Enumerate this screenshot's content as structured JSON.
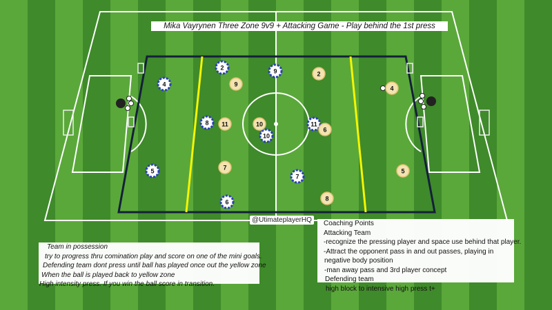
{
  "title": "Mika Vayrynen Three Zone 9v9 + Attacking Game - Play behind the 1st press",
  "handle": "@UtimateplayerHQ",
  "possession_notes": [
    "Team in possession",
    "try to progress thru comination play and score on one of the mini goals.",
    "Defending team dont press until ball has played once out the yellow zone",
    "When the ball is played back to yellow zone",
    "High intensity press. If you win the ball score in transition."
  ],
  "coaching_points": [
    "Coaching Points",
    "Attacking Team",
    "-recognize the pressing player and space use behind that player.",
    "-Attract the opponent pass in and out passes, playing in",
    "negative body position",
    "-man away pass and 3rd player concept",
    "Defending team",
    "high block to intensive high press t+"
  ],
  "teams": {
    "blue": {
      "color": "#2a3fb8",
      "players": [
        "2",
        "9",
        "4",
        "8",
        "10",
        "11",
        "5",
        "7",
        "6"
      ]
    },
    "yellow": {
      "color": "#f3e3b0",
      "players": [
        "9",
        "2",
        "4",
        "11",
        "10",
        "6",
        "7",
        "5",
        "8"
      ]
    }
  },
  "colors": {
    "zone_line": "#f5f500",
    "area_border": "#14203a",
    "grass_light": "#5aa83a",
    "grass_dark": "#3f8a2a"
  }
}
